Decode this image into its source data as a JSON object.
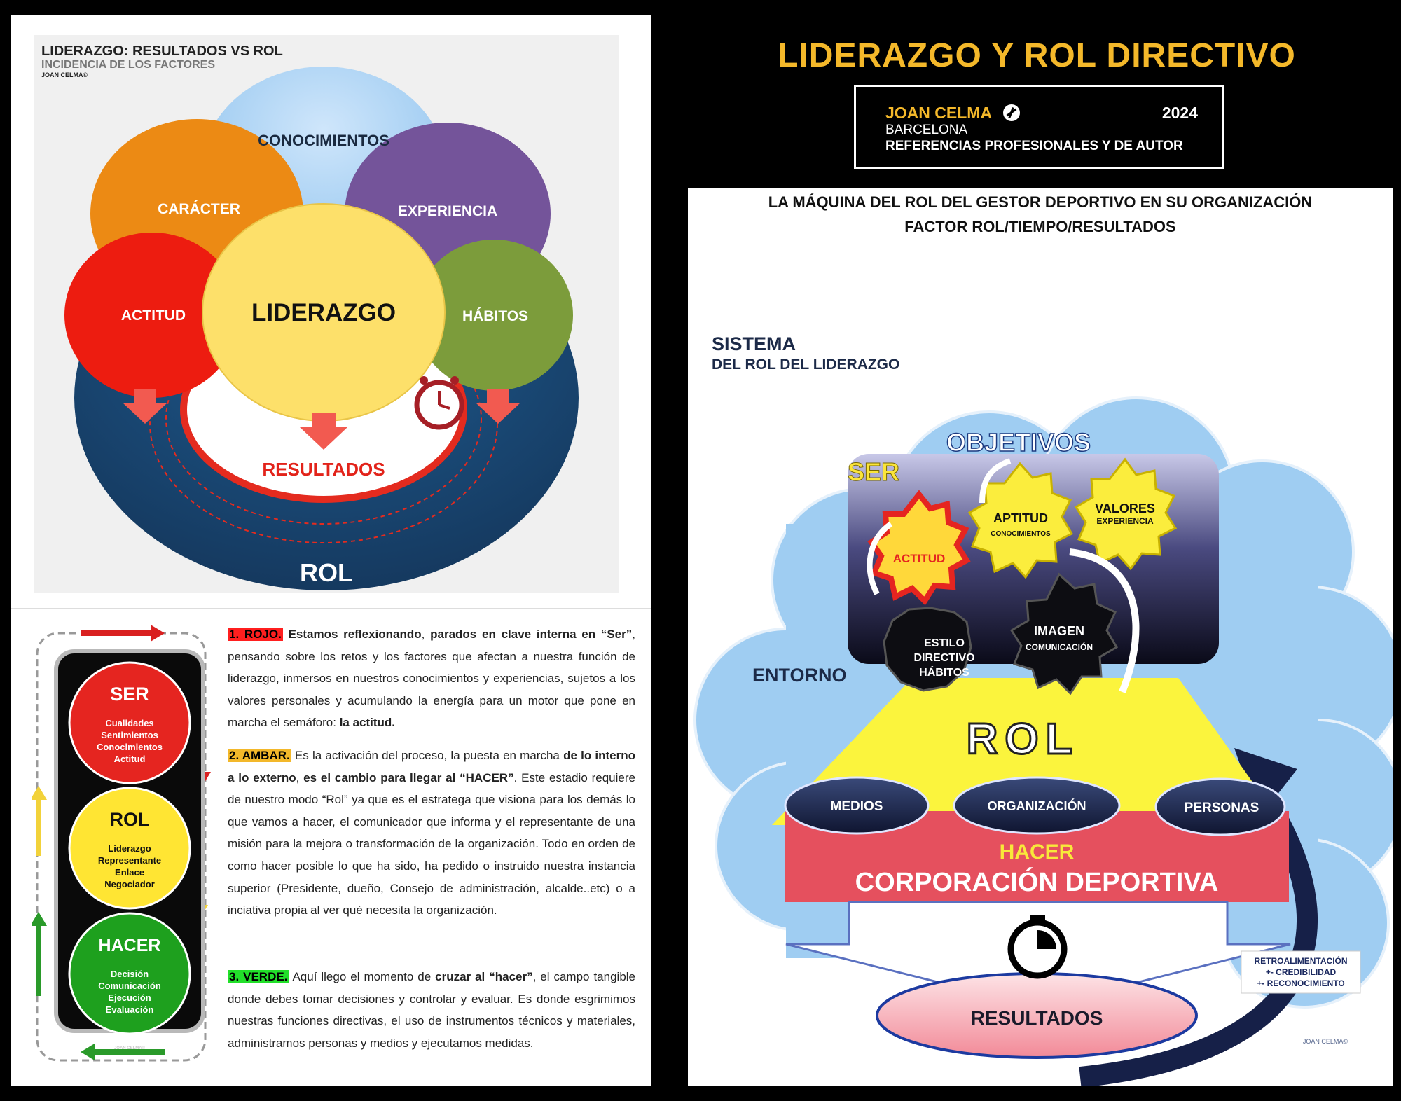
{
  "header": {
    "main_title": "LIDERAZGO Y ROL DIRECTIVO",
    "author_name": "JOAN CELMA",
    "author_year": "2024",
    "author_city": "BARCELONA",
    "author_refs": "REFERENCIAS PROFESIONALES Y DE AUTOR"
  },
  "left_diagram": {
    "title": "LIDERAZGO: RESULTADOS VS ROL",
    "subtitle": "INCIDENCIA DE LOS FACTORES",
    "copyright": "JOAN CELMA©",
    "conocimientos": "CONOCIMIENTOS",
    "caracter": "CARÁCTER",
    "experiencia": "EXPERIENCIA",
    "actitud": "ACTITUD",
    "liderazgo": "LIDERAZGO",
    "habitos": "HÁBITOS",
    "resultados": "RESULTADOS",
    "rol": "ROL"
  },
  "traffic_light": {
    "ser_title": "SER",
    "ser_items": [
      "Cualidades",
      "Sentimientos",
      "Conocimientos",
      "Actitud"
    ],
    "rol_title": "ROL",
    "rol_items": [
      "Liderazgo",
      "Representante",
      "Enlace",
      "Negociador"
    ],
    "hacer_title": "HACER",
    "hacer_items": [
      "Decisión",
      "Comunicación",
      "Ejecución",
      "Evaluación"
    ],
    "copyright": "JOAN CELMA©"
  },
  "paragraphs": {
    "p1_tag": "1. ROJO.",
    "p1_b1": "Estamos reflexionando",
    "p1_t1": ", ",
    "p1_b2": "parados en clave interna en “Ser”",
    "p1_t2": ", pensando sobre los retos y los factores que afectan a nuestra función de liderazgo, inmersos en nuestros conocimientos y experiencias, sujetos a los valores personales y acumulando la energía para un  motor que pone en marcha el semáforo:  ",
    "p1_b3": "la actitud.",
    "p2_tag": "2. AMBAR.",
    "p2_t1": " Es la activación del proceso, la puesta en marcha  ",
    "p2_b1": "de lo interno a lo externo",
    "p2_t2": ", ",
    "p2_b2": "es el cambio para llegar al “HACER”",
    "p2_t3": ". Este estadio  requiere de nuestro modo “Rol” ya que es el  estratega que visiona para los demás lo que vamos a hacer, el comunicador que informa y el representante de una misión para la mejora o transformación de la organización. Todo en orden de como hacer posible lo que ha sido, ha pedido o instruido nuestra instancia superior (Presidente, dueño, Consejo de administración, alcalde..etc) o a inciativa propia al ver qué necesita la organización.",
    "p3_tag": "3. VERDE.",
    "p3_t1": " Aquí llego el momento de ",
    "p3_b1": "cruzar al “hacer”",
    "p3_t2": ", el campo tangible donde debes tomar decisiones y controlar y evaluar. Es donde esgrimimos nuestras funciones directivas, el uso de instrumentos técnicos y materiales, administramos personas y medios y ejecutamos medidas."
  },
  "right_diagram": {
    "title_line1": "LA MÁQUINA DEL ROL DEL GESTOR DEPORTIVO EN SU ORGANIZACIÓN",
    "title_line2": "FACTOR ROL/TIEMPO/RESULTADOS",
    "sistema": "SISTEMA",
    "sistema_sub": "DEL ROL DEL LIDERAZGO",
    "objetivos": "OBJETIVOS",
    "ser": "SER",
    "actitud": "ACTITUD",
    "aptitud": "APTITUD",
    "aptitud_sub": "CONOCIMIENTOS",
    "valores": "VALORES",
    "valores_sub": "EXPERIENCIA",
    "estilo_1": "ESTILO",
    "estilo_2": "DIRECTIVO",
    "estilo_3": "HÁBITOS",
    "imagen": "IMAGEN",
    "imagen_sub": "COMUNICACIÓN",
    "entorno": "ENTORNO",
    "rol": "ROL",
    "medios": "MEDIOS",
    "organizacion": "ORGANIZACIÓN",
    "personas": "PERSONAS",
    "hacer": "HACER",
    "corporacion": "CORPORACIÓN DEPORTIVA",
    "resultados": "RESULTADOS",
    "retro_1": "RETROALIMENTACIÓN",
    "retro_2": "+- CREDIBILIDAD",
    "retro_3": "+- RECONOCIMIENTO",
    "copyright": "JOAN CELMA©"
  }
}
